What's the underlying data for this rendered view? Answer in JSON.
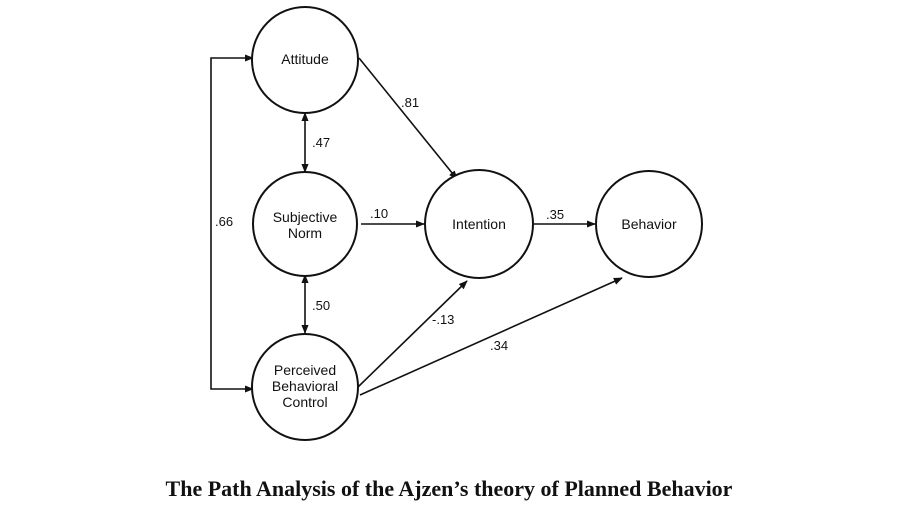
{
  "nodes": [
    {
      "id": "attitude",
      "lines": [
        "Attitude"
      ]
    },
    {
      "id": "subjective-norm",
      "lines": [
        "Subjective",
        "Norm"
      ]
    },
    {
      "id": "perceived-behavioral-control",
      "lines": [
        "Perceived",
        "Behavioral",
        "Control"
      ]
    },
    {
      "id": "intention",
      "lines": [
        "Intention"
      ]
    },
    {
      "id": "behavior",
      "lines": [
        "Behavior"
      ]
    }
  ],
  "edges": [
    {
      "id": "attitude-intention",
      "from": "attitude",
      "to": "intention",
      "label": ".81"
    },
    {
      "id": "attitude-norm",
      "from": "attitude",
      "to": "subjective-norm",
      "label": ".47",
      "bidirectional": true
    },
    {
      "id": "norm-pbc",
      "from": "subjective-norm",
      "to": "perceived-behavioral-control",
      "label": ".50",
      "bidirectional": true
    },
    {
      "id": "attitude-pbc",
      "from": "attitude",
      "to": "perceived-behavioral-control",
      "label": ".66",
      "bidirectional": true
    },
    {
      "id": "norm-intention",
      "from": "subjective-norm",
      "to": "intention",
      "label": ".10"
    },
    {
      "id": "pbc-intention",
      "from": "perceived-behavioral-control",
      "to": "intention",
      "label": "-.13"
    },
    {
      "id": "intention-behavior",
      "from": "intention",
      "to": "behavior",
      "label": ".35"
    },
    {
      "id": "pbc-behavior",
      "from": "perceived-behavioral-control",
      "to": "behavior",
      "label": ".34"
    }
  ],
  "caption": "The Path Analysis of the Ajzen’s theory of Planned Behavior"
}
